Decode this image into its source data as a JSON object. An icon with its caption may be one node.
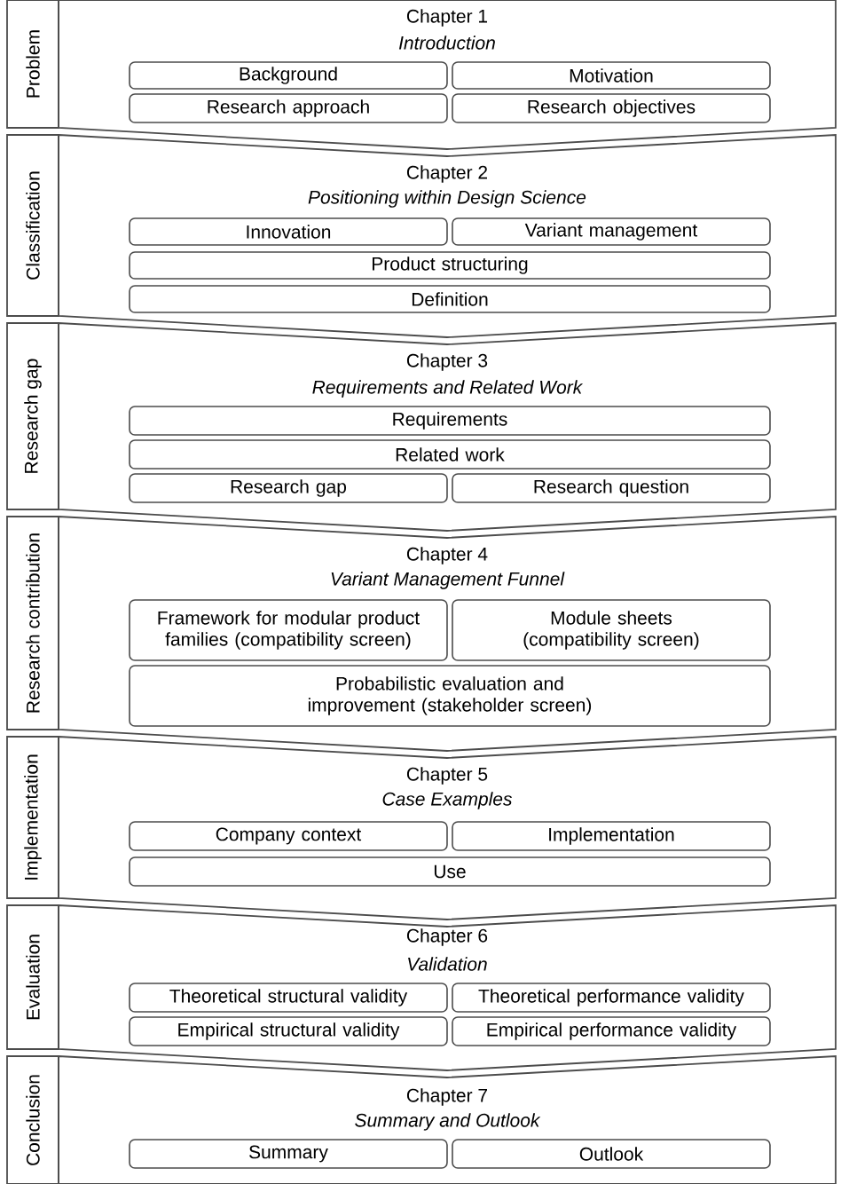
{
  "diagram": {
    "nodes": [
      {
        "text": [
          "Problem"
        ]
      },
      {
        "text": [
          "Chapter 1",
          "Introduction"
        ]
      },
      {
        "text": [
          "Background"
        ],
        "in": 1
      },
      {
        "text": [
          "Motivation"
        ],
        "in": 1
      },
      {
        "text": [
          "Research approach"
        ],
        "in": 1
      },
      {
        "text": [
          "Research objectives"
        ],
        "in": 1
      },
      {
        "text": [
          "Classification"
        ]
      },
      {
        "text": [
          "Chapter 2",
          "Positioning within Design Science"
        ]
      },
      {
        "text": [
          "Innovation"
        ],
        "in": 7
      },
      {
        "text": [
          "Variant management"
        ],
        "in": 7
      },
      {
        "text": [
          "Product structuring"
        ],
        "in": 7
      },
      {
        "text": [
          "Definition"
        ],
        "in": 7
      },
      {
        "text": [
          "Research gap"
        ]
      },
      {
        "text": [
          "Chapter 3",
          "Requirements and Related Work"
        ]
      },
      {
        "text": [
          "Requirements"
        ],
        "in": 13
      },
      {
        "text": [
          "Related work"
        ],
        "in": 13
      },
      {
        "text": [
          "Research gap"
        ],
        "in": 13
      },
      {
        "text": [
          "Research question"
        ],
        "in": 13
      },
      {
        "text": [
          "Research contribution"
        ]
      },
      {
        "text": [
          "Chapter 4",
          "Variant Management Funnel"
        ]
      },
      {
        "text": [
          "Framework for modular product families (compatibility screen)"
        ],
        "in": 19
      },
      {
        "text": [
          "Module sheets (compatibility screen)"
        ],
        "in": 19
      },
      {
        "text": [
          "Probabilistic evaluation and improvement (stakeholder screen)"
        ],
        "in": 19
      },
      {
        "text": [
          "Implementation"
        ]
      },
      {
        "text": [
          "Chapter 5",
          "Case Examples"
        ]
      },
      {
        "text": [
          "Company context"
        ],
        "in": 24
      },
      {
        "text": [
          "Implementation"
        ],
        "in": 24
      },
      {
        "text": [
          "Use"
        ],
        "in": 24
      },
      {
        "text": [
          "Evaluation"
        ]
      },
      {
        "text": [
          "Chapter 6",
          "Validation"
        ]
      },
      {
        "text": [
          "Theoretical structural validity"
        ],
        "in": 29
      },
      {
        "text": [
          "Theoretical performance validity"
        ],
        "in": 29
      },
      {
        "text": [
          "Empirical structural validity"
        ],
        "in": 29
      },
      {
        "text": [
          "Empirical performance validity"
        ],
        "in": 29
      },
      {
        "text": [
          "Conclusion"
        ]
      },
      {
        "text": [
          "Chapter 7",
          "Summary and Outlook"
        ]
      },
      {
        "text": [
          "Summary"
        ],
        "in": 35
      },
      {
        "text": [
          "Outlook"
        ],
        "in": 35
      }
    ]
  }
}
